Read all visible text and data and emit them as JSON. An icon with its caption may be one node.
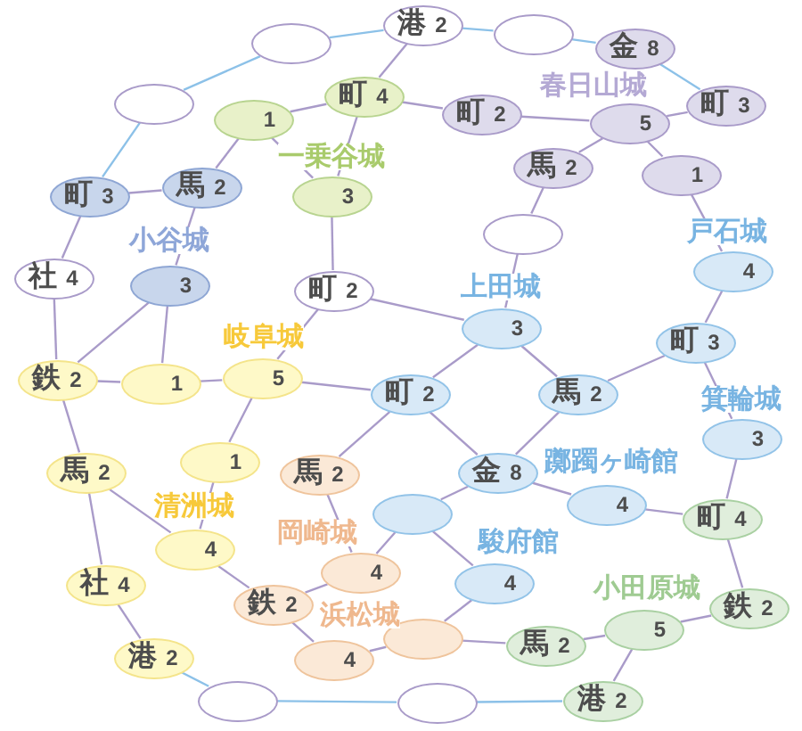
{
  "diagram": {
    "nodes": [
      {
        "text": [
          "港",
          "2"
        ]
      },
      {
        "text": [],
        "shape": "ellipse"
      },
      {
        "text": [],
        "shape": "ellipse"
      },
      {
        "text": [
          "金",
          "8"
        ]
      },
      {
        "text": [
          "町",
          "4"
        ]
      },
      {
        "text": [],
        "shape": "ellipse"
      },
      {
        "text": [
          "町",
          "3"
        ]
      },
      {
        "text": [
          "町",
          "2"
        ]
      },
      {
        "text": [
          "1"
        ]
      },
      {
        "text": [
          "5"
        ],
        "beside": [
          "春日山城"
        ]
      },
      {
        "text": [
          "馬",
          "2"
        ]
      },
      {
        "text": [
          "1"
        ]
      },
      {
        "text": [
          "馬",
          "2"
        ]
      },
      {
        "text": [
          "町",
          "3"
        ]
      },
      {
        "text": [
          "3"
        ],
        "beside": [
          "一乗谷城"
        ]
      },
      {
        "text": [],
        "shape": "ellipse"
      },
      {
        "text": [
          "4"
        ],
        "beside": [
          "戸石城"
        ]
      },
      {
        "text": [
          "社",
          "4"
        ]
      },
      {
        "text": [
          "3"
        ],
        "beside": [
          "小谷城"
        ]
      },
      {
        "text": [
          "町",
          "2"
        ]
      },
      {
        "text": [
          "3"
        ],
        "beside": [
          "上田城"
        ]
      },
      {
        "text": [
          "町",
          "3"
        ]
      },
      {
        "text": [
          "5"
        ],
        "beside": [
          "岐阜城"
        ]
      },
      {
        "text": [
          "鉄",
          "2"
        ]
      },
      {
        "text": [
          "1"
        ]
      },
      {
        "text": [
          "馬",
          "2"
        ]
      },
      {
        "text": [
          "町",
          "2"
        ]
      },
      {
        "text": [
          "3"
        ],
        "beside": [
          "箕輪城"
        ]
      },
      {
        "text": [
          "1"
        ]
      },
      {
        "text": [
          "金",
          "8"
        ]
      },
      {
        "text": [
          "馬",
          "2"
        ]
      },
      {
        "text": [
          "馬",
          "2"
        ]
      },
      {
        "text": [
          "4"
        ],
        "beside": [
          "躑躅ヶ崎館"
        ]
      },
      {
        "text": [],
        "shape": "ellipse"
      },
      {
        "text": [
          "町",
          "4"
        ]
      },
      {
        "text": [
          "4"
        ],
        "beside": [
          "清洲城"
        ]
      },
      {
        "text": [
          "4"
        ],
        "beside": [
          "岡崎城"
        ]
      },
      {
        "text": [
          "4"
        ],
        "beside": [
          "駿府館"
        ]
      },
      {
        "text": [
          "社",
          "4"
        ]
      },
      {
        "text": [
          "鉄",
          "2"
        ]
      },
      {
        "text": [
          "鉄",
          "2"
        ]
      },
      {
        "text": [
          "5"
        ],
        "beside": [
          "小田原城"
        ]
      },
      {
        "text": [],
        "shape": "ellipse"
      },
      {
        "text": [
          "馬",
          "2"
        ]
      },
      {
        "text": [
          "4"
        ],
        "beside": [
          "浜松城"
        ]
      },
      {
        "text": [
          "港",
          "2"
        ]
      },
      {
        "text": [],
        "shape": "ellipse"
      },
      {
        "text": [
          "港",
          "2"
        ]
      },
      {
        "text": [],
        "shape": "ellipse"
      }
    ],
    "edges": [
      {
        "from": 13,
        "to": 5,
        "arrow": "none",
        "color": "#8cc1e8"
      },
      {
        "from": 5,
        "to": 2,
        "arrow": "none",
        "color": "#8cc1e8"
      },
      {
        "from": 2,
        "to": 0,
        "arrow": "none",
        "color": "#8cc1e8"
      },
      {
        "from": 0,
        "to": 1,
        "arrow": "none",
        "color": "#8cc1e8"
      },
      {
        "from": 1,
        "to": 3,
        "arrow": "none",
        "color": "#8cc1e8"
      },
      {
        "from": 3,
        "to": 6,
        "arrow": "none",
        "color": "#8cc1e8"
      },
      {
        "from": 45,
        "to": 46,
        "arrow": "none",
        "color": "#8cc1e8"
      },
      {
        "from": 46,
        "to": 48,
        "arrow": "none",
        "color": "#8cc1e8"
      },
      {
        "from": 48,
        "to": 47,
        "arrow": "none",
        "color": "#8cc1e8"
      },
      {
        "from": 0,
        "to": 4,
        "arrow": "none"
      },
      {
        "from": 4,
        "to": 8,
        "arrow": "none"
      },
      {
        "from": 4,
        "to": 14,
        "arrow": "none"
      },
      {
        "from": 4,
        "to": 7,
        "arrow": "none"
      },
      {
        "from": 8,
        "to": 14,
        "arrow": "none"
      },
      {
        "from": 8,
        "to": 12,
        "arrow": "none"
      },
      {
        "from": 12,
        "to": 13,
        "arrow": "none"
      },
      {
        "from": 12,
        "to": 18,
        "arrow": "none"
      },
      {
        "from": 13,
        "to": 17,
        "arrow": "none"
      },
      {
        "from": 14,
        "to": 19,
        "arrow": "none"
      },
      {
        "from": 7,
        "to": 9,
        "arrow": "none"
      },
      {
        "from": 9,
        "to": 6,
        "arrow": "none"
      },
      {
        "from": 9,
        "to": 10,
        "arrow": "none"
      },
      {
        "from": 9,
        "to": 11,
        "arrow": "none"
      },
      {
        "from": 10,
        "to": 15,
        "arrow": "none"
      },
      {
        "from": 11,
        "to": 16,
        "arrow": "none"
      },
      {
        "from": 15,
        "to": 20,
        "arrow": "none"
      },
      {
        "from": 16,
        "to": 21,
        "arrow": "none"
      },
      {
        "from": 19,
        "to": 20,
        "arrow": "none"
      },
      {
        "from": 19,
        "to": 22,
        "arrow": "none"
      },
      {
        "from": 20,
        "to": 26,
        "arrow": "none"
      },
      {
        "from": 20,
        "to": 25,
        "arrow": "none"
      },
      {
        "from": 21,
        "to": 25,
        "arrow": "none"
      },
      {
        "from": 21,
        "to": 27,
        "arrow": "none"
      },
      {
        "from": 25,
        "to": 29,
        "arrow": "none"
      },
      {
        "from": 26,
        "to": 29,
        "arrow": "none"
      },
      {
        "from": 26,
        "to": 22,
        "arrow": "none"
      },
      {
        "from": 26,
        "to": 31,
        "arrow": "none"
      },
      {
        "from": 29,
        "to": 32,
        "arrow": "none"
      },
      {
        "from": 29,
        "to": 33,
        "arrow": "none"
      },
      {
        "from": 32,
        "to": 34,
        "arrow": "none"
      },
      {
        "from": 27,
        "to": 34,
        "arrow": "none"
      },
      {
        "from": 34,
        "to": 40,
        "arrow": "none"
      },
      {
        "from": 40,
        "to": 41,
        "arrow": "none"
      },
      {
        "from": 41,
        "to": 43,
        "arrow": "none"
      },
      {
        "from": 41,
        "to": 47,
        "arrow": "none"
      },
      {
        "from": 33,
        "to": 37,
        "arrow": "none"
      },
      {
        "from": 37,
        "to": 42,
        "arrow": "none"
      },
      {
        "from": 42,
        "to": 43,
        "arrow": "none"
      },
      {
        "from": 33,
        "to": 36,
        "arrow": "none"
      },
      {
        "from": 36,
        "to": 39,
        "arrow": "none"
      },
      {
        "from": 36,
        "to": 31,
        "arrow": "none"
      },
      {
        "from": 39,
        "to": 44,
        "arrow": "none"
      },
      {
        "from": 44,
        "to": 42,
        "arrow": "none"
      },
      {
        "from": 39,
        "to": 35,
        "arrow": "none"
      },
      {
        "from": 35,
        "to": 28,
        "arrow": "none"
      },
      {
        "from": 35,
        "to": 30,
        "arrow": "none"
      },
      {
        "from": 28,
        "to": 22,
        "arrow": "none"
      },
      {
        "from": 22,
        "to": 24,
        "arrow": "none"
      },
      {
        "from": 24,
        "to": 23,
        "arrow": "none"
      },
      {
        "from": 24,
        "to": 18,
        "arrow": "none"
      },
      {
        "from": 23,
        "to": 18,
        "arrow": "none"
      },
      {
        "from": 23,
        "to": 17,
        "arrow": "none"
      },
      {
        "from": 23,
        "to": 30,
        "arrow": "none"
      },
      {
        "from": 30,
        "to": 38,
        "arrow": "none"
      },
      {
        "from": 38,
        "to": 45,
        "arrow": "none"
      }
    ]
  }
}
